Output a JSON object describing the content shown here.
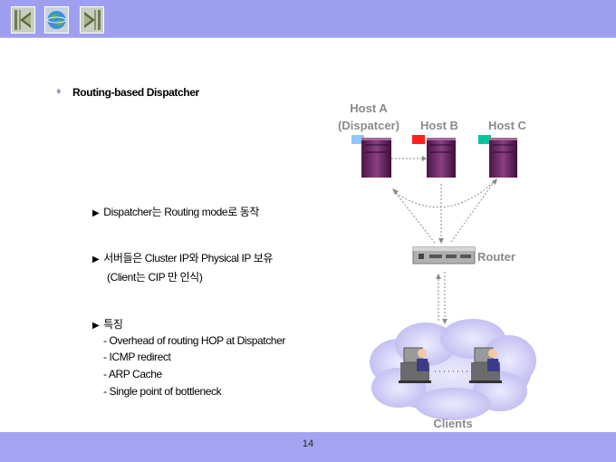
{
  "slide": {
    "heading_bullet": "♦",
    "heading": "Routing-based Dispatcher",
    "page_number": "14"
  },
  "nav": [
    {
      "icon": "back-icon"
    },
    {
      "icon": "home-globe-icon"
    },
    {
      "icon": "forward-icon"
    }
  ],
  "points": {
    "marker": "▶",
    "p1": "Dispatcher는 Routing mode로 동작",
    "p2_line1": "서버들은 Cluster IP와  Physical IP 보유",
    "p2_line2": "(Client는 CIP 만 인식)",
    "p3_title": "특징",
    "p3_items": [
      "- Overhead of  routing HOP at Dispatcher",
      "- ICMP redirect",
      "- ARP Cache",
      "- Single point of bottleneck"
    ]
  },
  "diagram": {
    "host_a_line1": "Host A",
    "host_a_line2": "(Dispatcer)",
    "host_b": "Host B",
    "host_c": "Host C",
    "router": "Router",
    "clients": "Clients",
    "colors": {
      "flag_a": "#8ec8ff",
      "flag_b": "#ff2020",
      "flag_c": "#00c49a",
      "server": "#6a2a66",
      "cloud": "#c8c4f4",
      "arrow": "#888888"
    }
  }
}
